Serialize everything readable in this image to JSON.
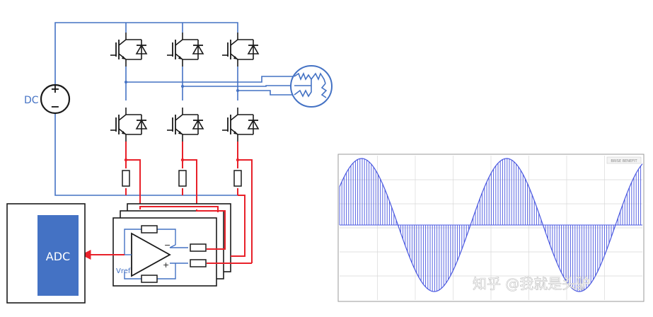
{
  "diagram": {
    "dc_label": "DC",
    "adc_label": "ADC",
    "vref_label": "Vref",
    "plus_sign": "+",
    "minus_sign": "−",
    "opamp_plus": "+",
    "opamp_minus": "−",
    "colors": {
      "wire_blue": "#4472c4",
      "wire_red": "#e8212a",
      "component": "#1a1a1a",
      "adc_fill": "#4472c4"
    }
  },
  "plot": {
    "corner_tag": "BRISE BENEFIT",
    "wave_color": "#4a58e0",
    "grid_color": "#d8d8d8"
  },
  "watermark": {
    "text": "知乎 @我就是头驴"
  }
}
